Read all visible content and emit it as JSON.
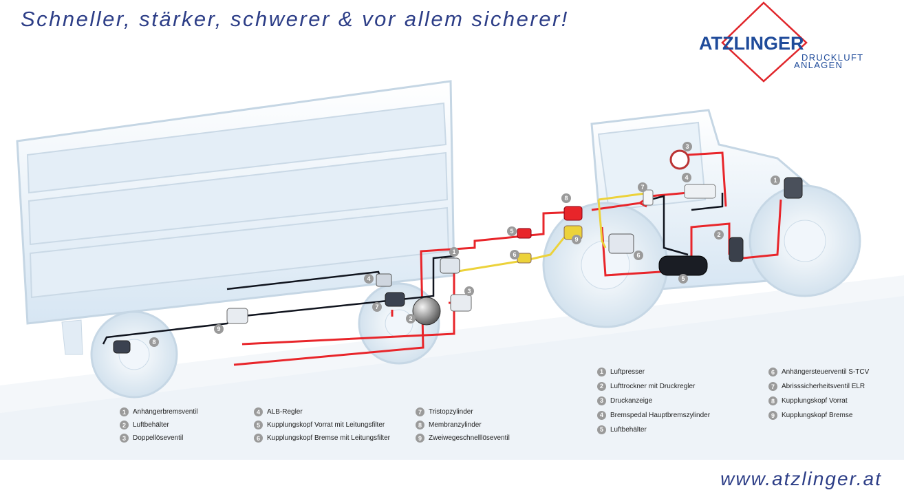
{
  "slogan": "Schneller, stärker, schwerer & vor allem sicherer!",
  "logo": {
    "name": "ATZLINGER",
    "line1": "DRUCKLUFT",
    "line2": "ANLAGEN",
    "colors": {
      "brand_blue": "#1f4b9a",
      "brand_red": "#e0262b"
    }
  },
  "url": "www.atzlinger.at",
  "colors": {
    "supply_line": "#e8252a",
    "brake_line": "#ecd23a",
    "control_line": "#10141e",
    "text_blue": "#2d3e87",
    "badge_gray": "#9a9a9a"
  },
  "trailer_legend": [
    {
      "num": "1",
      "label": "Anhängerbremsventil"
    },
    {
      "num": "2",
      "label": "Luftbehälter"
    },
    {
      "num": "3",
      "label": "Doppellöseventil"
    },
    {
      "num": "4",
      "label": "ALB-Regler"
    },
    {
      "num": "5",
      "label": "Kupplungskopf Vorrat mit Leitungsfilter"
    },
    {
      "num": "6",
      "label": "Kupplungskopf Bremse mit Leitungsfilter"
    },
    {
      "num": "7",
      "label": "Tristopzylinder"
    },
    {
      "num": "8",
      "label": "Membranzylinder"
    },
    {
      "num": "9",
      "label": "Zweiwegeschnelllöseventil"
    }
  ],
  "tractor_legend": [
    {
      "num": "1",
      "label": "Luftpresser"
    },
    {
      "num": "2",
      "label": "Lufttrockner mit Druckregler"
    },
    {
      "num": "3",
      "label": "Druckanzeige"
    },
    {
      "num": "4",
      "label": "Bremspedal Hauptbremszylinder"
    },
    {
      "num": "5",
      "label": "Luftbehälter"
    },
    {
      "num": "6",
      "label": "Anhängersteuerventil S-TCV"
    },
    {
      "num": "7",
      "label": "Abrisssicherheitsventil ELR"
    },
    {
      "num": "8",
      "label": "Kupplungskopf Vorrat"
    },
    {
      "num": "9",
      "label": "Kupplungskopf Bremse"
    }
  ],
  "diagram_badges": [
    "1",
    "2",
    "3",
    "4",
    "5",
    "6",
    "7",
    "8",
    "9"
  ]
}
